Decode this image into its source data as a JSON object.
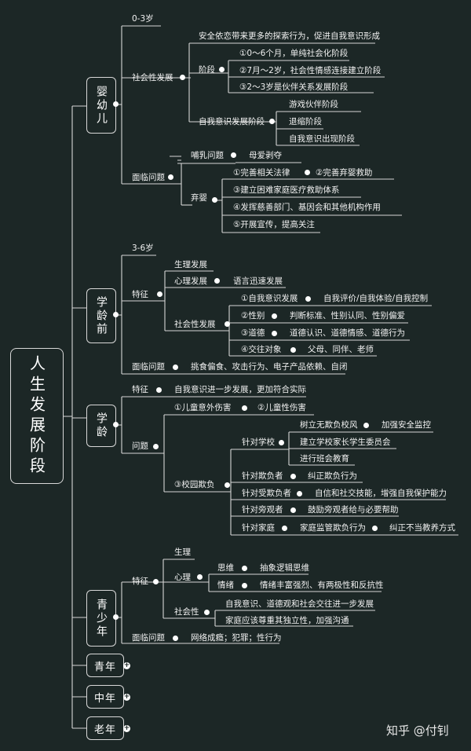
{
  "root": "人生发展阶段",
  "infant": {
    "title": "婴幼儿",
    "age": "0-3岁",
    "social": "社会性发展",
    "secure": "安全依恋带来更多的探索行为，促进自我意识形成",
    "stage": "阶段",
    "stage1": "①0～6个月，单纯社会化阶段",
    "stage2": "②7月～2岁，社会性情感连接建立阶段",
    "stage3": "③2～3岁是伙伴关系发展阶段",
    "selfstage": "自我意识发展阶段",
    "self1": "游戏伙伴阶段",
    "self2": "退缩阶段",
    "self3": "自我意识出现阶段",
    "problems": "面临问题",
    "feeding": "哺乳问题",
    "feeding_detail": "母爱剥夺",
    "abandon": "弃婴",
    "ab1": "①完善相关法律",
    "ab2": "②完善弃婴救助",
    "ab3": "③建立困难家庭医疗救助体系",
    "ab4": "④发挥慈善部门、基因会和其他机构作用",
    "ab5": "⑤开展宣传，提高关注"
  },
  "preschool": {
    "title": "学龄前",
    "age": "3-6岁",
    "feature": "特征",
    "physical": "生理发展",
    "psych": "心理发展",
    "language": "语言迅速发展",
    "social": "社会性发展",
    "s1": "①自我意识发展",
    "s1d": "自我评价/自我体验/自我控制",
    "s2": "②性别",
    "s2d": "判断标准、性别认同、性别偏爱",
    "s3": "③道德",
    "s3d": "道德认识、道德情感、道德行为",
    "s4": "④交往对象",
    "s4d": "父母、同伴、老师",
    "problems": "面临问题",
    "problems_detail": "挑食偏食、攻击行为、电子产品依赖、自闭"
  },
  "school": {
    "title": "学龄",
    "feature": "特征",
    "feature_detail": "自我意识进一步发展，更加符合实际",
    "problems": "问题",
    "p1": "①儿童意外伤害",
    "p2": "②儿童性伤害",
    "p3": "③校园欺负",
    "forschool": "针对学校",
    "fs1": "树立无欺负校风",
    "fs1b": "加强安全监控",
    "fs2": "建立学校家长学生委员会",
    "fs3": "进行班会教育",
    "forbully": "针对欺负者",
    "forbully_d": "纠正欺负行为",
    "forvictim": "针对受欺负者",
    "forvictim_d": "自信和社交技能，增强自我保护能力",
    "forby": "针对旁观者",
    "forby_d": "鼓励旁观者给与必要帮助",
    "forfamily": "针对家庭",
    "ff1": "家庭监管欺负行为",
    "ff2": "纠正不当教养方式"
  },
  "teen": {
    "title": "青少年",
    "feature": "特征",
    "physical": "生理",
    "psych": "心理",
    "thinking": "思维",
    "thinking_d": "抽象逻辑思维",
    "emotion": "情绪",
    "emotion_d": "情绪丰富强烈、有两极性和反抗性",
    "social": "社会性",
    "social1": "自我意识、道德观和社会交往进一步发展",
    "social2": "家庭应该尊重其独立性，加强沟通",
    "problems": "面临问题",
    "problems_d": "网络成瘾；犯罪；性行为"
  },
  "youth": "青年",
  "middle": "中年",
  "old": "老年",
  "watermark": "知乎 @付钊",
  "colors": {
    "background": "#1c2726",
    "line": "#d8d8d8",
    "text": "#f2f2f2"
  }
}
